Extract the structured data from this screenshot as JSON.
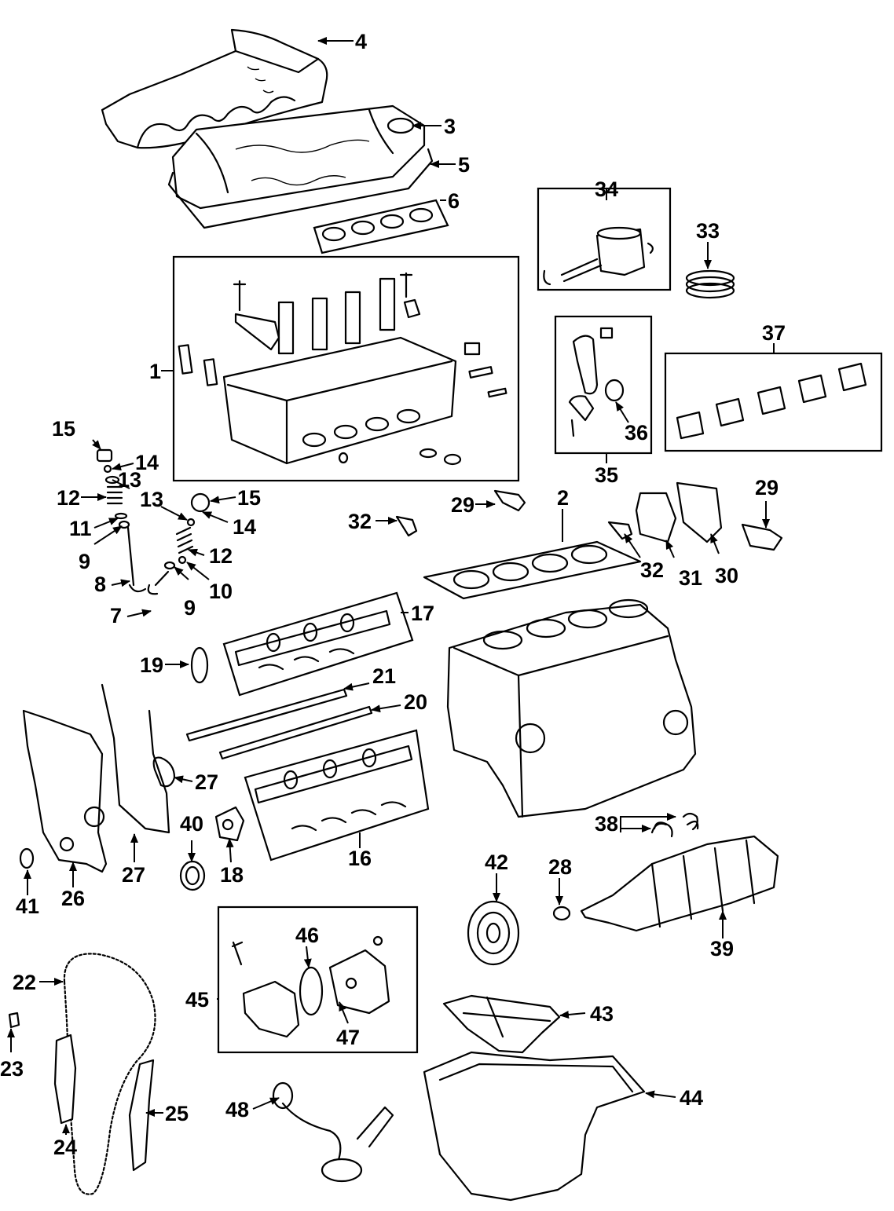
{
  "callouts": {
    "c1": "1",
    "c2": "2",
    "c3": "3",
    "c4": "4",
    "c5": "5",
    "c6": "6",
    "c7": "7",
    "c8": "8",
    "c9a": "9",
    "c9b": "9",
    "c10": "10",
    "c11": "11",
    "c12a": "12",
    "c12b": "12",
    "c13": "13",
    "c14a": "14",
    "c14b": "14",
    "c15a": "15",
    "c15b": "15",
    "c16": "16",
    "c17": "17",
    "c18": "18",
    "c19": "19",
    "c20": "20",
    "c21": "21",
    "c22": "22",
    "c23": "23",
    "c24": "24",
    "c25": "25",
    "c26": "26",
    "c27a": "27",
    "c27b": "27",
    "c28": "28",
    "c29a": "29",
    "c29b": "29",
    "c30": "30",
    "c31": "31",
    "c32a": "32",
    "c32b": "32",
    "c33": "33",
    "c34": "34",
    "c35": "35",
    "c36": "36",
    "c37": "37",
    "c38": "38",
    "c39": "39",
    "c40": "40",
    "c41": "41",
    "c42": "42",
    "c43": "43",
    "c44": "44",
    "c45": "45",
    "c46": "46",
    "c47": "47",
    "c48": "48"
  }
}
